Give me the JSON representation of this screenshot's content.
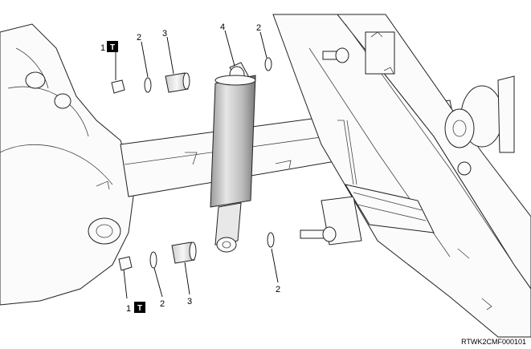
{
  "callouts": [
    {
      "num": "1",
      "torque": true
    },
    {
      "num": "2",
      "torque": false
    },
    {
      "num": "3",
      "torque": false
    },
    {
      "num": "4",
      "torque": false
    },
    {
      "num": "2",
      "torque": false
    },
    {
      "num": "2",
      "torque": false
    },
    {
      "num": "1",
      "torque": true
    },
    {
      "num": "2",
      "torque": false
    },
    {
      "num": "3",
      "torque": false
    }
  ],
  "torque_symbol": "T",
  "figure_code": "RTWK2CMF000101",
  "colors": {
    "line": "#222222",
    "fill": "#fbfbfb",
    "shade": "#d9d9d9",
    "background": "#ffffff"
  }
}
